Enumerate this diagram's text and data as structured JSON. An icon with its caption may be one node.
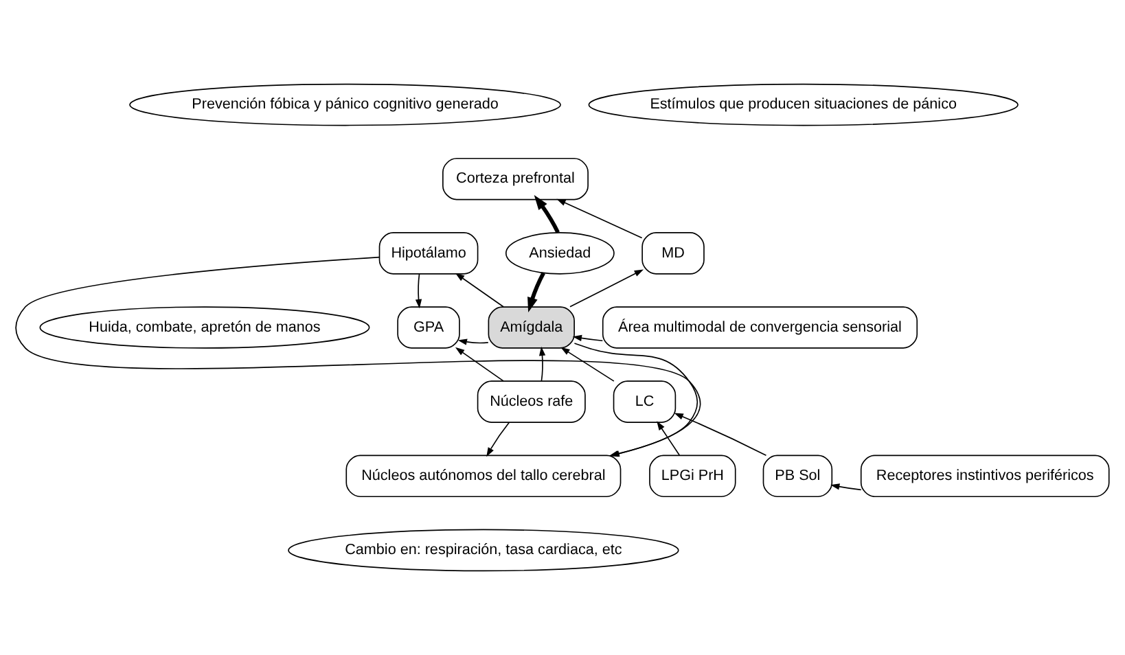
{
  "diagram": {
    "nodes": [
      {
        "text": [
          "Prevención fóbica y pánico cognitivo generado"
        ]
      },
      {
        "text": [
          "Corteza prefrontal"
        ]
      },
      {
        "text": [
          "Estímulos que producen situaciones de pánico"
        ]
      },
      {
        "text": [
          "Hipotálamo"
        ]
      },
      {
        "text": [
          "Ansiedad"
        ]
      },
      {
        "text": [
          "MD"
        ]
      },
      {
        "text": [
          "Huida, combate, apretón de manos"
        ]
      },
      {
        "text": [
          "GPA"
        ]
      },
      {
        "text": [
          "Amígdala"
        ]
      },
      {
        "text": [
          "Área multimodal de convergencia sensorial"
        ]
      },
      {
        "text": [
          "Núcleos rafe"
        ]
      },
      {
        "text": [
          "LC"
        ]
      },
      {
        "text": [
          "Núcleos autónomos del tallo cerebral"
        ]
      },
      {
        "text": [
          "LPGi PrH"
        ]
      },
      {
        "text": [
          "PB Sol"
        ]
      },
      {
        "text": [
          "Receptores instintivos periféricos"
        ]
      },
      {
        "text": [
          "Cambio en: respiración, tasa cardiaca, etc"
        ]
      }
    ],
    "edges": [
      {
        "from": 4,
        "to": 1,
        "arrow": "to",
        "style": "thick"
      },
      {
        "from": 4,
        "to": 8,
        "arrow": "to",
        "style": "thick"
      },
      {
        "from": 5,
        "to": 1,
        "arrow": "to"
      },
      {
        "from": 8,
        "to": 5,
        "arrow": "to"
      },
      {
        "from": 8,
        "to": 3,
        "arrow": "to"
      },
      {
        "from": 3,
        "to": 7,
        "arrow": "to"
      },
      {
        "from": 8,
        "to": 7,
        "arrow": "to"
      },
      {
        "from": 9,
        "to": 8,
        "arrow": "to"
      },
      {
        "from": 10,
        "to": 7,
        "arrow": "to"
      },
      {
        "from": 10,
        "to": 8,
        "arrow": "to"
      },
      {
        "from": 10,
        "to": 12,
        "arrow": "to"
      },
      {
        "from": 8,
        "to": 12,
        "arrow": "to"
      },
      {
        "from": 11,
        "to": 8,
        "arrow": "to"
      },
      {
        "from": 13,
        "to": 11,
        "arrow": "to"
      },
      {
        "from": 14,
        "to": 11,
        "arrow": "to"
      },
      {
        "from": 15,
        "to": 14,
        "arrow": "to"
      },
      {
        "from": 3,
        "to": 12,
        "arrow": "to"
      }
    ]
  }
}
